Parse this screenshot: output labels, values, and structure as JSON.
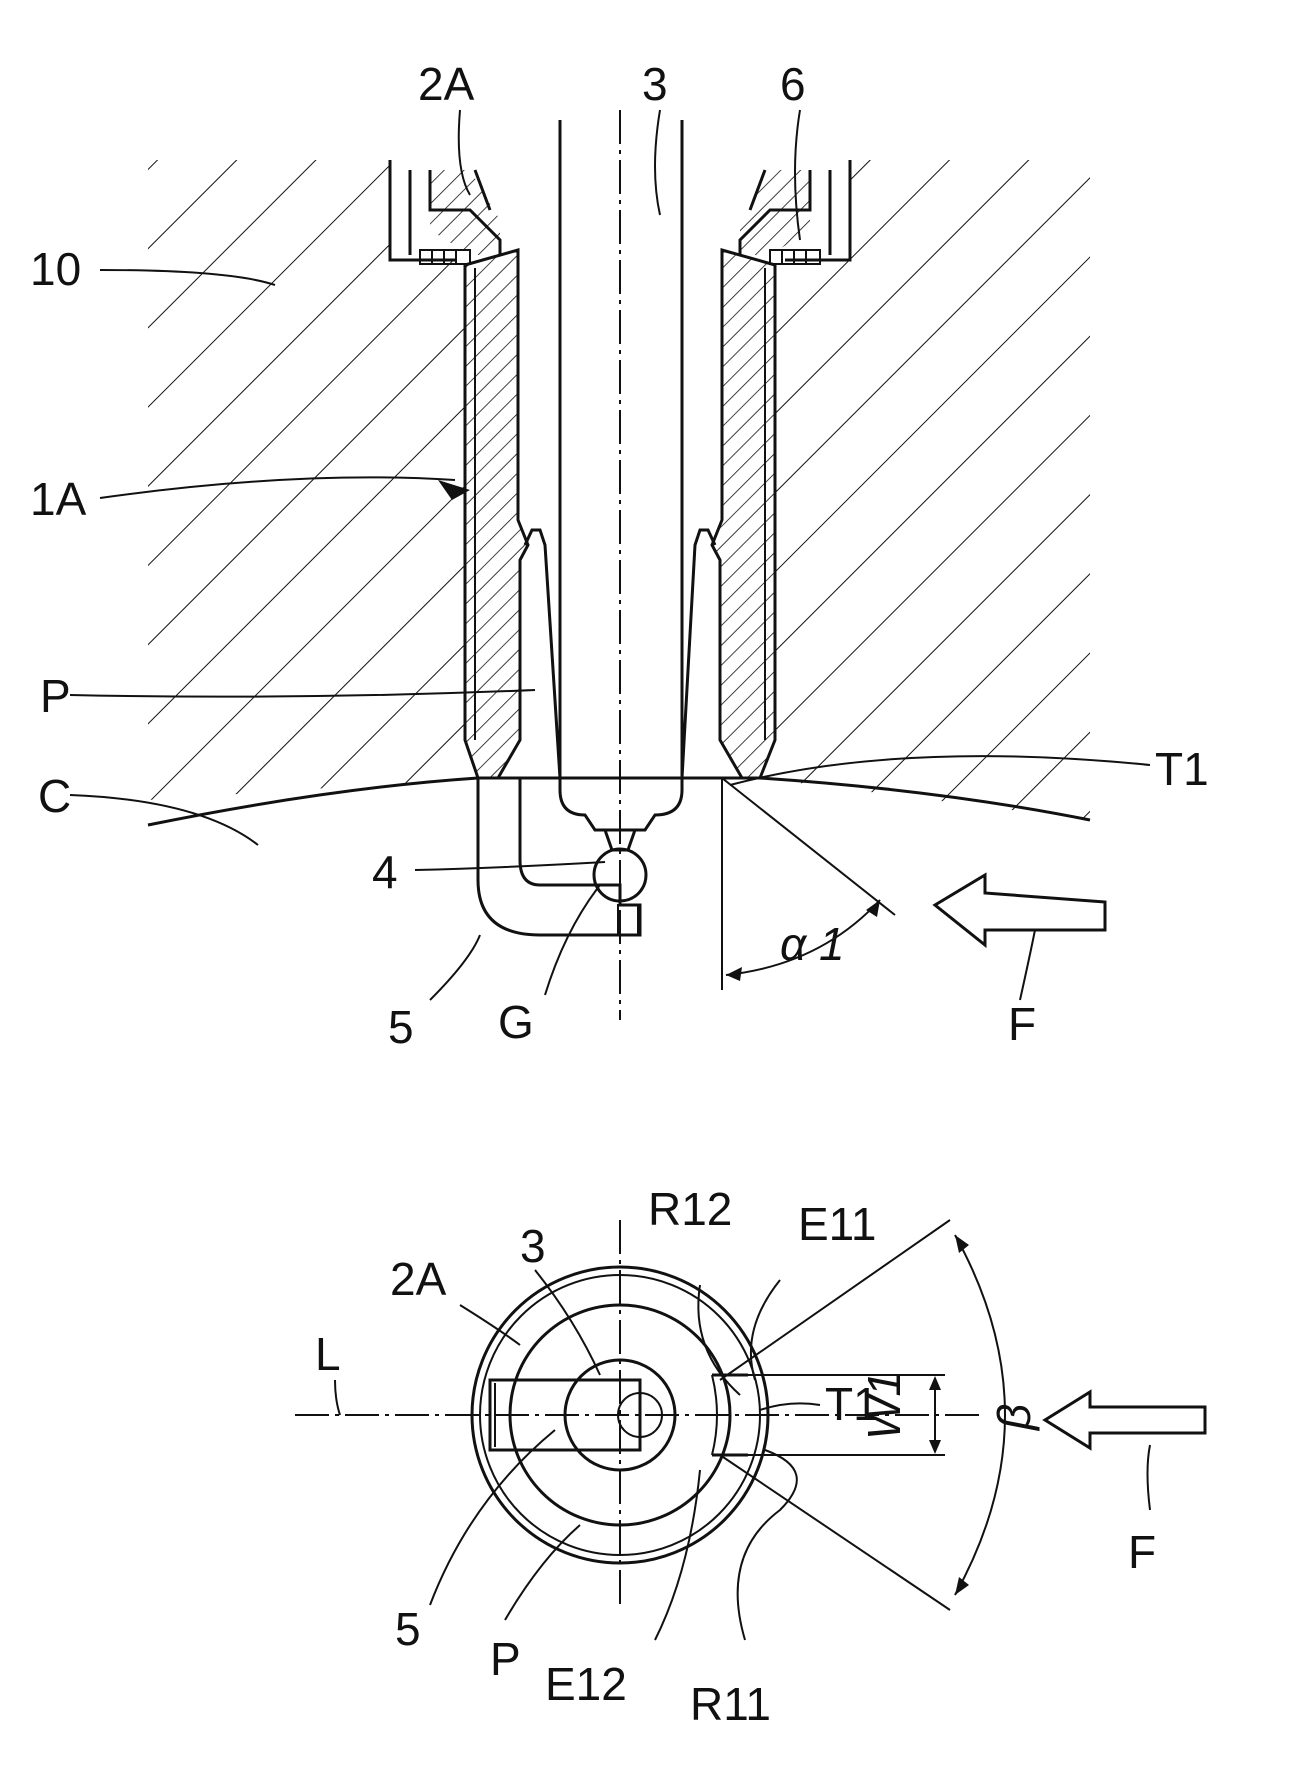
{
  "figure_top": {
    "labels": {
      "l_2A": "2A",
      "l_3": "3",
      "l_6": "6",
      "l_10": "10",
      "l_1A": "1A",
      "l_P": "P",
      "l_C": "C",
      "l_T1": "T1",
      "l_4": "4",
      "l_alpha1": "α 1",
      "l_F": "F",
      "l_5": "5",
      "l_G": "G"
    }
  },
  "figure_bottom": {
    "labels": {
      "l_3": "3",
      "l_R12": "R12",
      "l_E11": "E11",
      "l_2A": "2A",
      "l_L": "L",
      "l_T1": "T1",
      "l_W1": "W1",
      "l_beta": "β",
      "l_F": "F",
      "l_5": "5",
      "l_P": "P",
      "l_E12": "E12",
      "l_R11": "R11"
    }
  }
}
